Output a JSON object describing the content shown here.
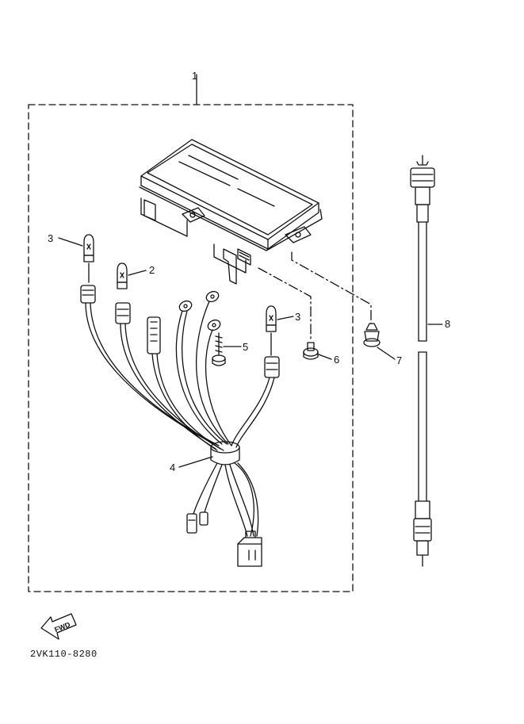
{
  "callouts": {
    "assembly": "1",
    "bulb_2": "2",
    "bulb_3_left": "3",
    "bulb_3_right": "3",
    "harness": "4",
    "screw": "5",
    "nut": "6",
    "grommet": "7",
    "cable": "8"
  },
  "direction_label": "FWD",
  "diagram_code": "2VK110-8280",
  "colors": {
    "ink": "#111111",
    "paper": "#ffffff"
  }
}
